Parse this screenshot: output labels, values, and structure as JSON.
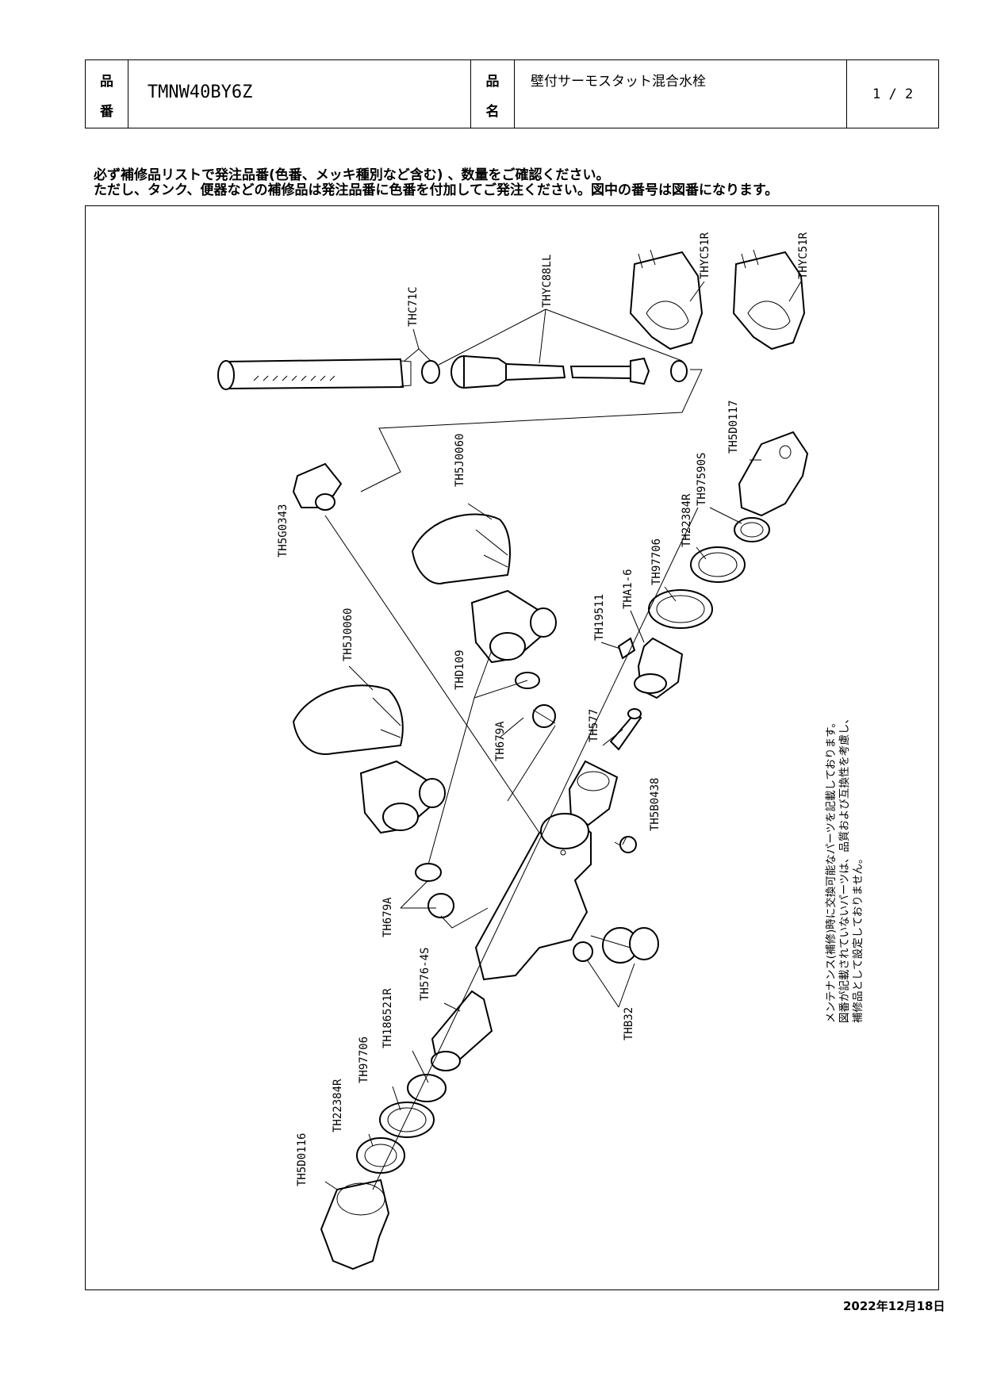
{
  "header": {
    "part_no_label": [
      "品",
      "番"
    ],
    "part_no": "TMNW40BY6Z",
    "name_label": [
      "品",
      "名"
    ],
    "name": "壁付サーモスタット混合水栓",
    "page": "1 / 2"
  },
  "notice": [
    "必ず補修品リストで発注品番(色番、メッキ種別など含む) 、数量をご確認ください。",
    "ただし、タンク、便器などの補修品は発注品番に色番を付加してご発注ください。図中の番号は図番になります。"
  ],
  "parts": {
    "thc71c": "THC71C",
    "thyc88ll": "THYC88LL",
    "thyc51r_1": "THYC51R",
    "thyc51r_2": "THYC51R",
    "th5d0117": "TH5D0117",
    "th97590s": "TH97590S",
    "th22384r_top": "TH22384R",
    "th97706_top": "TH97706",
    "tha1_6": "THA1-6",
    "th19511": "TH19511",
    "th5j0060_top": "TH5J0060",
    "th5g0343": "TH5G0343",
    "thd109": "THD109",
    "th679a_top": "TH679A",
    "th577": "TH577",
    "th5b0438": "TH5B0438",
    "th5j0060_left": "TH5J0060",
    "th679a_bottom": "TH679A",
    "th576_4s": "TH576-4S",
    "th186521r": "TH186521R",
    "th97706_bottom": "TH97706",
    "th22384r_bottom": "TH22384R",
    "th5d0116": "TH5D0116",
    "thb32": "THB32"
  },
  "maintenance_note": [
    "メンテナンス(補修)時に交換可能なパーツを記載しております。",
    "図番が記載されていないパーツは、品質および互換性を考慮し、",
    "補修品として設定しておりません。"
  ],
  "date": "2022年12月18日"
}
